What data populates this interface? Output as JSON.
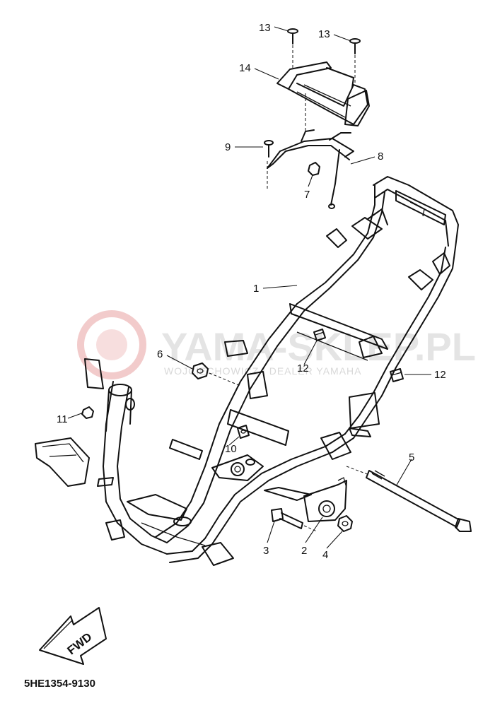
{
  "watermark": {
    "brand": "YAMA-SKLEP.PL",
    "subtitle": "WOJCIECHOWICZ | DEALER YAMAHA"
  },
  "callouts": [
    {
      "id": "c13a",
      "label": "13"
    },
    {
      "id": "c13b",
      "label": "13"
    },
    {
      "id": "c14",
      "label": "14"
    },
    {
      "id": "c9",
      "label": "9"
    },
    {
      "id": "c8",
      "label": "8"
    },
    {
      "id": "c7",
      "label": "7"
    },
    {
      "id": "c1",
      "label": "1"
    },
    {
      "id": "c6",
      "label": "6"
    },
    {
      "id": "c12a",
      "label": "12"
    },
    {
      "id": "c12b",
      "label": "12"
    },
    {
      "id": "c11",
      "label": "11"
    },
    {
      "id": "c10",
      "label": "10"
    },
    {
      "id": "c5",
      "label": "5"
    },
    {
      "id": "c3",
      "label": "3"
    },
    {
      "id": "c2",
      "label": "2"
    },
    {
      "id": "c4",
      "label": "4"
    }
  ],
  "fwd_label": "FWD",
  "catalog_number": "5HE1354-9130",
  "colors": {
    "line": "#111111",
    "watermark_red": "#e8a0a0",
    "watermark_gray": "#cfcfcf"
  }
}
